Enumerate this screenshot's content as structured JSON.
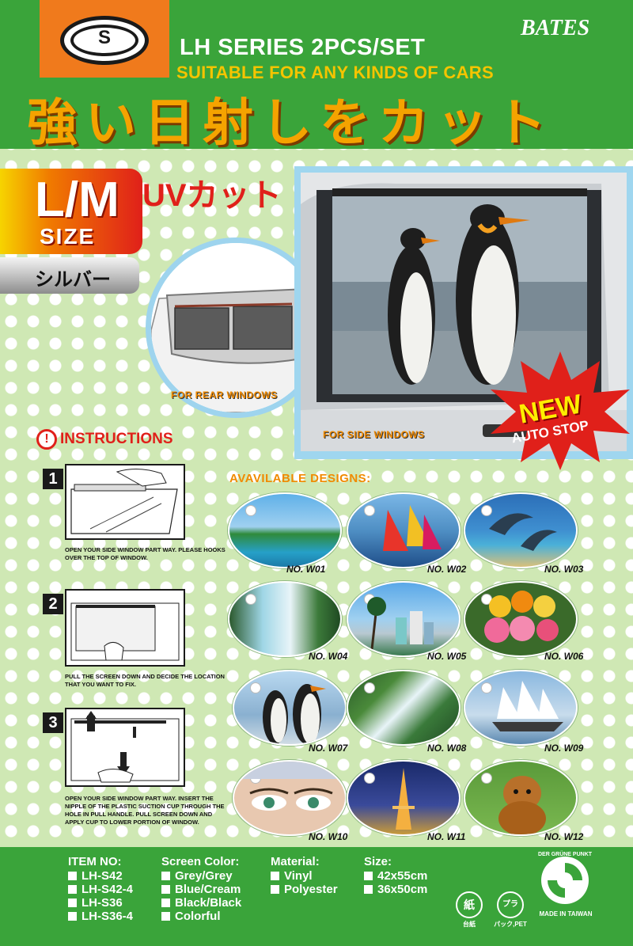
{
  "header": {
    "logo_mark": "S",
    "brand": "BATES",
    "series": "LH SERIES 2PCS/SET",
    "suitable": "SUITABLE FOR ANY KINDS OF CARS",
    "jp_title": "強い日射しをカット"
  },
  "badge": {
    "size": "L/M",
    "size_word": "SIZE",
    "color": "シルバー",
    "uv": "UVカット"
  },
  "hero": {
    "rear_label": "FOR REAR WINDOWS",
    "side_label": "FOR SIDE WINDOWS",
    "new": "NEW",
    "auto_stop": "AUTO STOP"
  },
  "instructions": {
    "title": "INSTRUCTIONS",
    "steps": [
      {
        "num": "1",
        "text": "OPEN YOUR SIDE WINDOW PART WAY. PLEASE HOOKS OVER THE TOP OF WINDOW."
      },
      {
        "num": "2",
        "text": "PULL THE SCREEN DOWN AND DECIDE THE LOCATION THAT YOU WANT TO FIX."
      },
      {
        "num": "3",
        "text": "OPEN YOUR SIDE WINDOW PART WAY. INSERT THE NIPPLE OF THE PLASTIC SUCTION CUP THROUGH THE HOLE IN PULL HANDLE. PULL SCREEN DOWN AND APPLY CUP TO LOWER PORTION OF WINDOW."
      }
    ]
  },
  "designs": {
    "title": "AVAVILABLE DESIGNS:",
    "items": [
      {
        "label": "NO. W01",
        "scene": "resort-pool"
      },
      {
        "label": "NO. W02",
        "scene": "windsurfers"
      },
      {
        "label": "NO. W03",
        "scene": "dolphins"
      },
      {
        "label": "NO. W04",
        "scene": "waterfall"
      },
      {
        "label": "NO. W05",
        "scene": "palm-city"
      },
      {
        "label": "NO. W06",
        "scene": "roses"
      },
      {
        "label": "NO. W07",
        "scene": "penguins"
      },
      {
        "label": "NO. W08",
        "scene": "stream"
      },
      {
        "label": "NO. W09",
        "scene": "sailing-ship"
      },
      {
        "label": "NO. W10",
        "scene": "eyes"
      },
      {
        "label": "NO. W11",
        "scene": "eiffel-tower"
      },
      {
        "label": "NO. W12",
        "scene": "dog"
      }
    ]
  },
  "footer": {
    "item_no": {
      "title": "ITEM NO:",
      "items": [
        "LH-S42",
        "LH-S42-4",
        "LH-S36",
        "LH-S36-4"
      ]
    },
    "screen_color": {
      "title": "Screen Color:",
      "items": [
        "Grey/Grey",
        "Blue/Cream",
        "Black/Black",
        "Colorful"
      ]
    },
    "material": {
      "title": "Material:",
      "items": [
        "Vinyl",
        "Polyester"
      ]
    },
    "size": {
      "title": "Size:",
      "items": [
        "42x55cm",
        "36x50cm"
      ]
    },
    "recycle_paper": {
      "mark": "紙",
      "caption": "台紙"
    },
    "recycle_plastic": {
      "mark": "プラ",
      "caption": "パック,PET"
    },
    "gruene_punkt": "DER GRÜNE PUNKT",
    "made_in": "MADE IN TAIWAN"
  },
  "colors": {
    "header_green": "#3aa43a",
    "logo_orange": "#f07a1c",
    "title_yellow": "#f5c400",
    "accent_red": "#e0201a",
    "label_orange": "#f08a00"
  }
}
